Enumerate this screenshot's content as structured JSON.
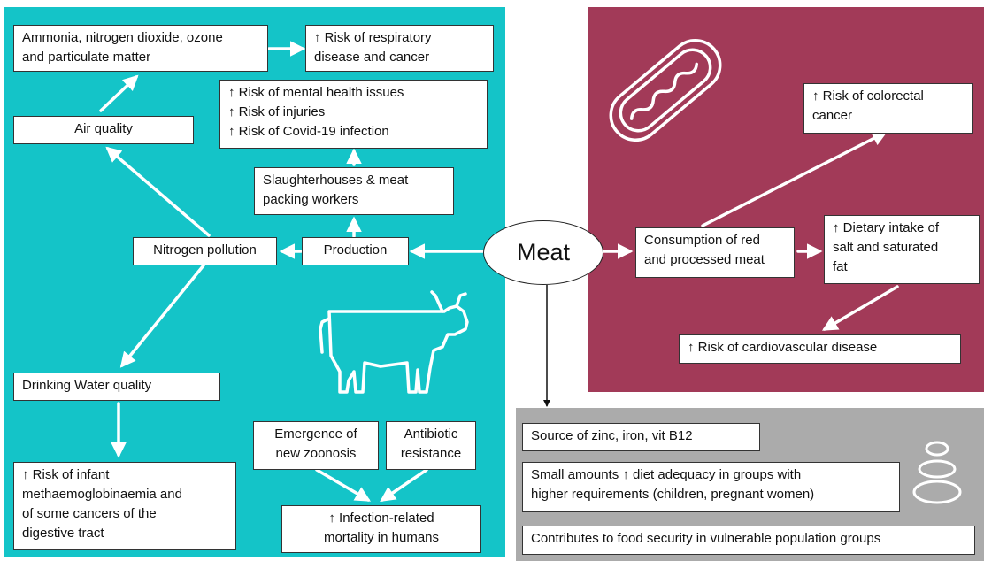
{
  "center": {
    "label": "Meat"
  },
  "environment": {
    "pollutants": "Ammonia, nitrogen dioxide, ozone\nand particulate matter",
    "respiratory_risk": "↑ Risk of respiratory\ndisease and cancer",
    "air_quality": "Air quality",
    "worker_risks": [
      "↑ Risk of mental health issues",
      "↑ Risk of injuries",
      "↑ Risk of Covid-19 infection"
    ],
    "workers": "Slaughterhouses & meat\npacking workers",
    "nitrogen_pollution": "Nitrogen pollution",
    "production": "Production",
    "drinking_water": "Drinking Water quality",
    "infant_risk": "↑ Risk of infant\nmethaemoglobinaemia and\nof some cancers of the\ndigestive tract",
    "zoonosis": "Emergence of\nnew zoonosis",
    "antibiotic": "Antibiotic\nresistance",
    "infection_mortality": "↑ Infection-related\nmortality in humans"
  },
  "health": {
    "consumption": "Consumption of red\nand processed meat",
    "colorectal": "↑ Risk of colorectal\ncancer",
    "dietary_intake": "↑ Dietary intake of\nsalt and saturated\nfat",
    "cardiovascular": "↑ Risk of cardiovascular disease"
  },
  "nutrition": {
    "source": "Source of zinc, iron, vit B12",
    "adequacy": "Small amounts ↑ diet adequacy in groups with\nhigher requirements (children, pregnant women)",
    "food_security": "Contributes to food security in vulnerable population groups"
  },
  "icons": {
    "teal": "cow-icon",
    "maroon": "hotdog-icon",
    "grey": "stacked-stones-icon"
  },
  "colors": {
    "environment_panel": "#14c4c8",
    "health_panel": "#a23a58",
    "nutrition_panel": "#ababab",
    "arrow": "#ffffff"
  }
}
